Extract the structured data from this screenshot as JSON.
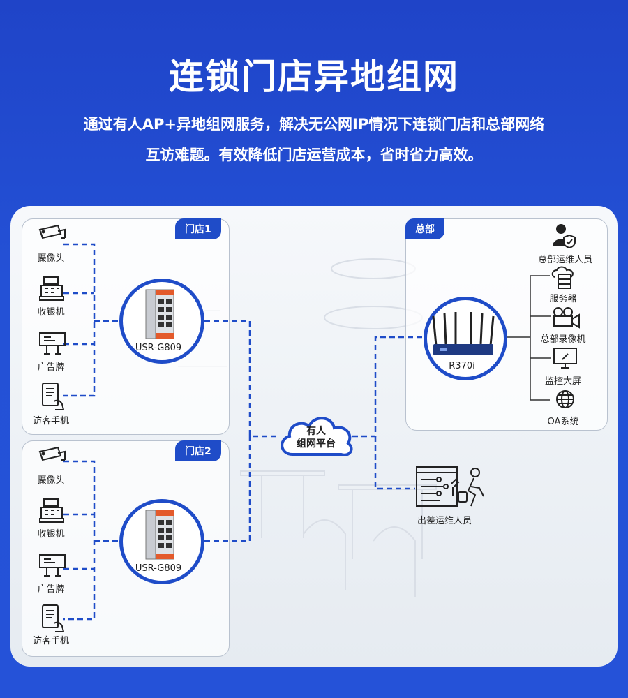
{
  "header": {
    "title": "连锁门店异地组网",
    "subtitle_line1": "通过有人AP+异地组网服务，解决无公网IP情况下连锁门店和总部网络",
    "subtitle_line2": "互访难题。有效降低门店运营成本，省时省力高效。"
  },
  "store1": {
    "tag": "门店1",
    "device": "USR-G809",
    "items": [
      "摄像头",
      "收银机",
      "广告牌",
      "访客手机"
    ]
  },
  "store2": {
    "tag": "门店2",
    "device": "USR-G809",
    "items": [
      "摄像头",
      "收银机",
      "广告牌",
      "访客手机"
    ]
  },
  "hq": {
    "tag": "总部",
    "device": "R370i",
    "items": [
      "总部运维人员",
      "服务器",
      "总部录像机",
      "监控大屏",
      "OA系统"
    ]
  },
  "cloud": {
    "line1": "有人",
    "line2": "组网平台"
  },
  "remote": {
    "label": "出差运维人员"
  },
  "colors": {
    "brand_blue": "#1f4cc8",
    "line_blue": "#1f4cc8",
    "icon": "#222222"
  }
}
